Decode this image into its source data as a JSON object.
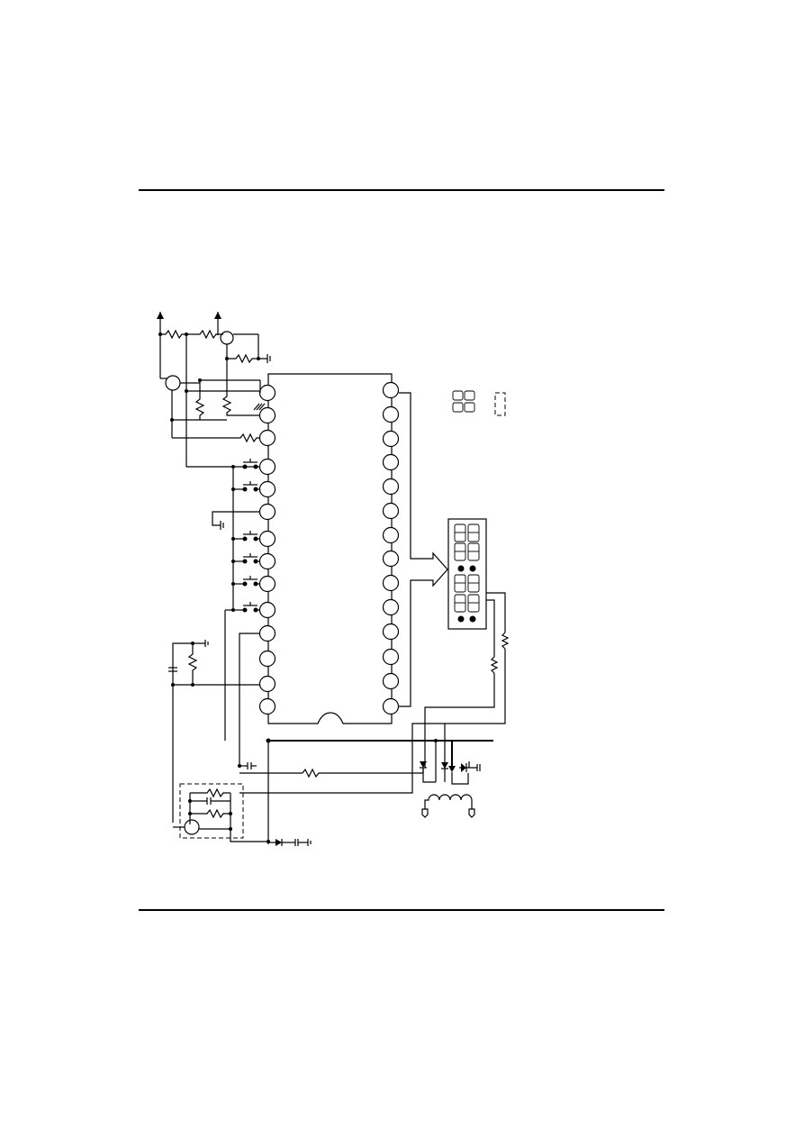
{
  "document": {
    "kind": "circuit schematic page",
    "text_labels": []
  },
  "ic": {
    "left_pin_count": 14,
    "right_pin_count": 14
  },
  "display": {
    "digit_count": 4,
    "decimal_point_count": 4
  },
  "colors": {
    "ink": "#000000",
    "paper": "#ffffff"
  }
}
